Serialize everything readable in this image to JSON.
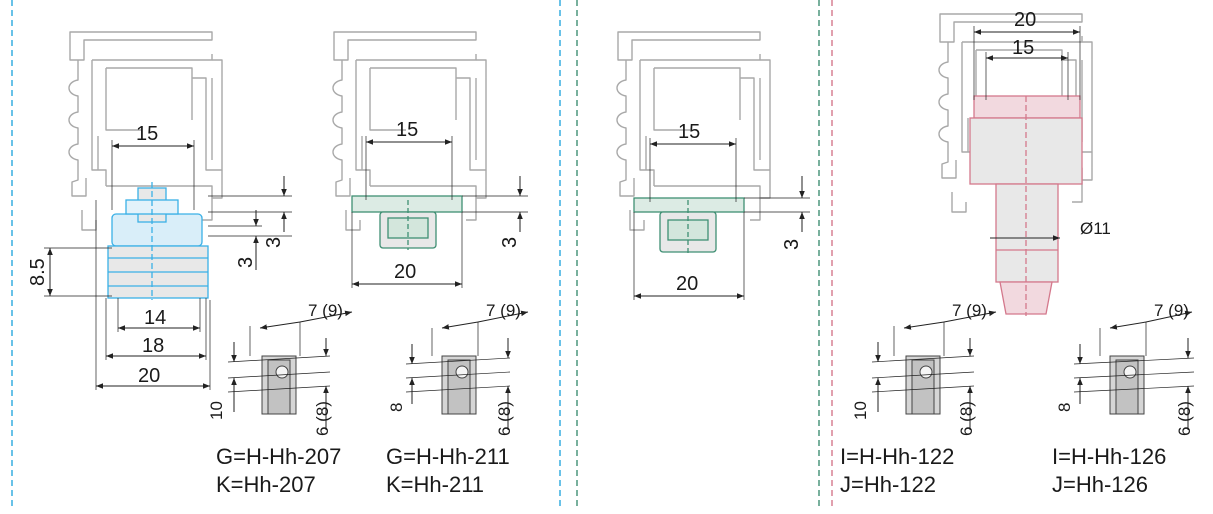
{
  "colors": {
    "blue_part": "#3ab0e6",
    "green_part": "#3f8f73",
    "red_part": "#d4788c",
    "separator_blue": "#29a9df",
    "separator_green": "#3f8f73",
    "separator_red": "#d4788c",
    "profile": "#a9a9a9"
  },
  "panel1": {
    "dims": {
      "top_width": "15",
      "inner_width": "14",
      "mid_width": "18",
      "outer_width": "20",
      "height": "8.5",
      "right_gap_a": "3",
      "right_gap_b": "3"
    }
  },
  "panel2": {
    "dims": {
      "top_width": "15",
      "bottom_width": "20",
      "right_gap": "3"
    }
  },
  "panel3": {
    "dims": {
      "top_width": "15",
      "bottom_width": "20",
      "right_gap": "3"
    }
  },
  "panel4": {
    "dims": {
      "outer_width": "20",
      "inner_width": "15",
      "diameter": "Ø11"
    }
  },
  "inserts": [
    {
      "offset": "7 (9)",
      "height": "10",
      "side": "6 (8)",
      "code1": "G=H-Hh-207",
      "code2": "K=Hh-207"
    },
    {
      "offset": "7 (9)",
      "height": "8",
      "side": "6 (8)",
      "code1": "G=H-Hh-211",
      "code2": "K=Hh-211"
    },
    {
      "offset": "7 (9)",
      "height": "10",
      "side": "6 (8)",
      "code1": "I=H-Hh-122",
      "code2": "J=Hh-122"
    },
    {
      "offset": "7 (9)",
      "height": "8",
      "side": "6 (8)",
      "code1": "I=H-Hh-126",
      "code2": "J=Hh-126"
    }
  ]
}
